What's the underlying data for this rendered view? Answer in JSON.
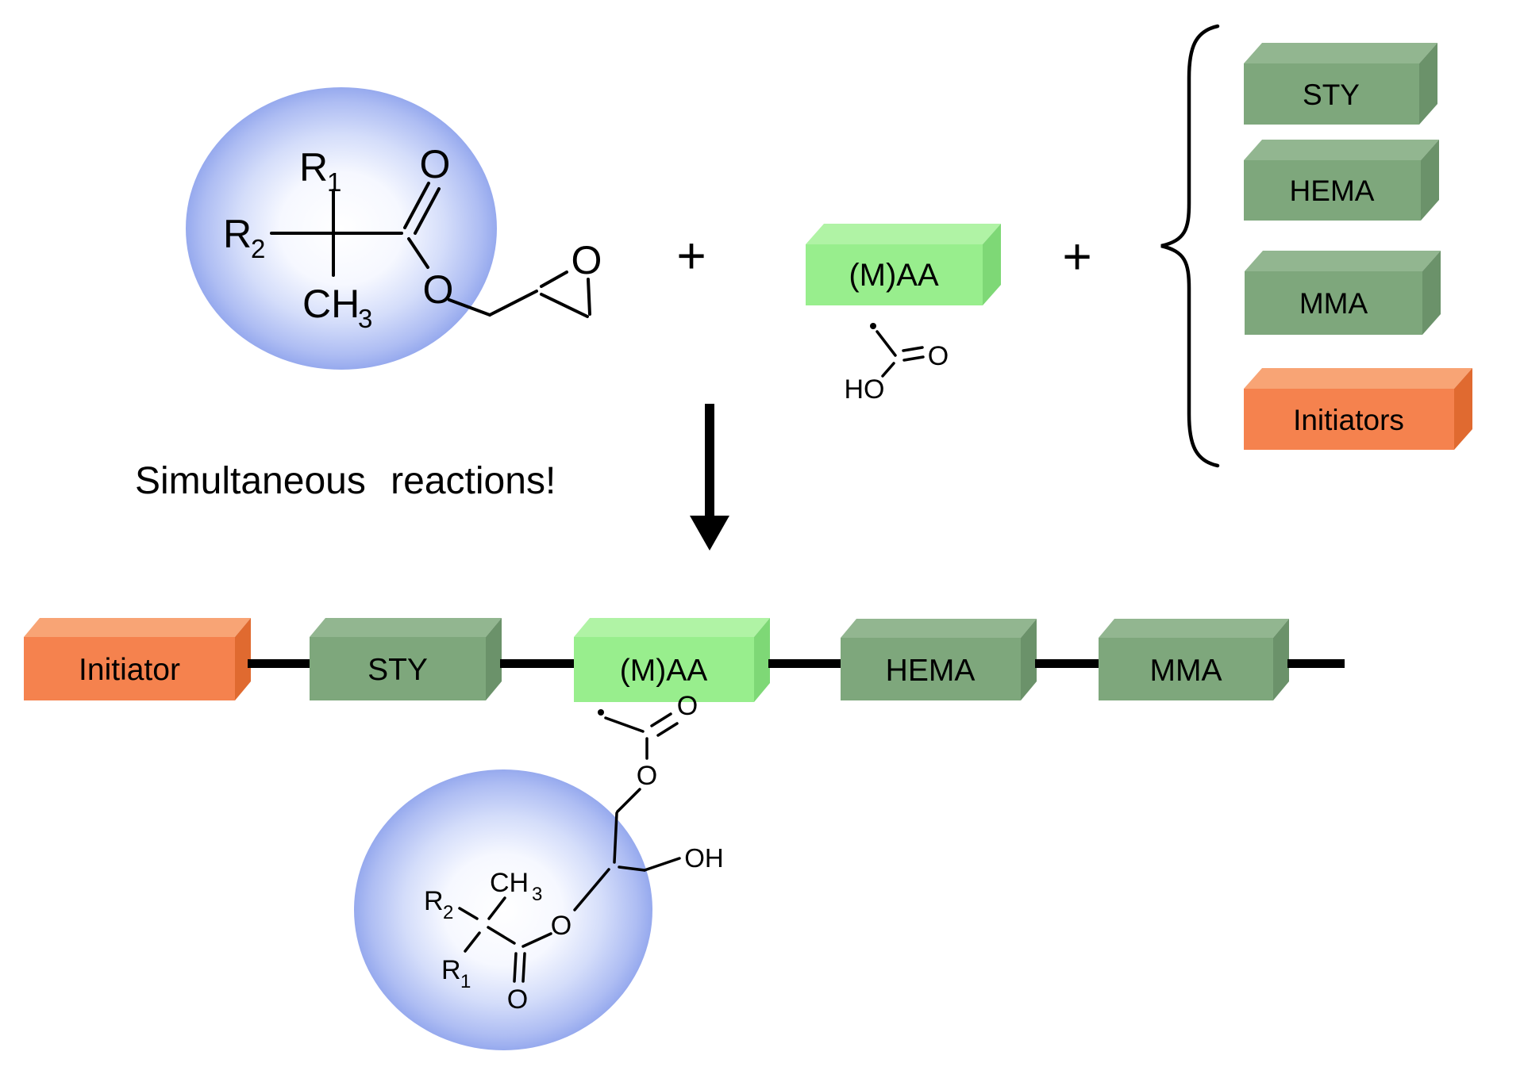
{
  "note": {
    "text": "Simultaneous reactions!"
  },
  "operators": {
    "plus": "+"
  },
  "chem": {
    "R": "R",
    "sub1": "1",
    "sub2": "2",
    "CH": "CH",
    "sub3": "3",
    "O": "O",
    "OH": "OH",
    "HO": "HO"
  },
  "reactant_maa": {
    "label": "(M)AA"
  },
  "monomer_stack": {
    "items": [
      {
        "label": "STY"
      },
      {
        "label": "HEMA"
      },
      {
        "label": "MMA"
      },
      {
        "label": "Initiators"
      }
    ]
  },
  "polymer_chain": {
    "items": [
      {
        "label": "Initiator"
      },
      {
        "label": "STY"
      },
      {
        "label": "(M)AA"
      },
      {
        "label": "HEMA"
      },
      {
        "label": "MMA"
      }
    ]
  },
  "colors": {
    "green_front": "#7ea77c",
    "green_top": "#92b690",
    "green_side": "#6b926a",
    "lightgreen_front": "#98ee8d",
    "lightgreen_top": "#b0f3a5",
    "lightgreen_side": "#7ed876",
    "orange_front": "#f5824e",
    "orange_top": "#f8a475",
    "orange_side": "#e06a30",
    "halo_center": "#ffffff",
    "halo_mid": "#d4ddfa",
    "halo_edge": "#8da2ec",
    "ink": "#000000"
  }
}
